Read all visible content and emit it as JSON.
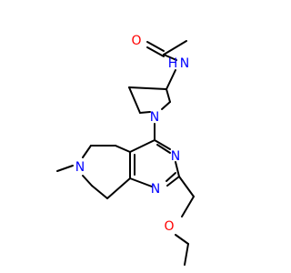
{
  "molecule": {
    "atoms": {
      "oxygen_carbonyl": "O",
      "nitrogen_amide": "N",
      "hydrogen_amide": "H",
      "nitrogen_pyrrolidine": "N",
      "nitrogen_pyrimidine_upper": "N",
      "nitrogen_pyrimidine_lower": "N",
      "nitrogen_azepine": "N",
      "oxygen_ether": "O"
    },
    "colors": {
      "oxygen": "#ff0000",
      "nitrogen": "#0000ff",
      "bond": "#000000"
    }
  }
}
